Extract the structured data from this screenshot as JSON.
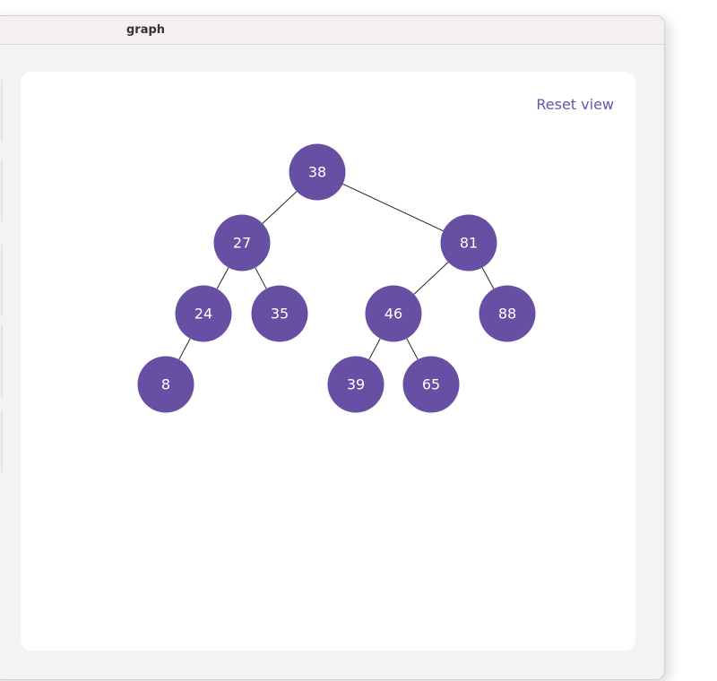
{
  "window": {
    "title": "graph"
  },
  "toolbar": {
    "reset_label": "Reset view"
  },
  "colors": {
    "node_fill": "#6750a4",
    "edge_stroke": "#222222",
    "accent": "#6a55a8"
  },
  "graph": {
    "nodes": [
      {
        "id": "38",
        "label": "38"
      },
      {
        "id": "27",
        "label": "27"
      },
      {
        "id": "81",
        "label": "81"
      },
      {
        "id": "24",
        "label": "24"
      },
      {
        "id": "35",
        "label": "35"
      },
      {
        "id": "46",
        "label": "46"
      },
      {
        "id": "88",
        "label": "88"
      },
      {
        "id": "8",
        "label": "8"
      },
      {
        "id": "39",
        "label": "39"
      },
      {
        "id": "65",
        "label": "65"
      }
    ],
    "edges": [
      [
        "38",
        "27"
      ],
      [
        "38",
        "81"
      ],
      [
        "27",
        "24"
      ],
      [
        "27",
        "35"
      ],
      [
        "81",
        "46"
      ],
      [
        "81",
        "88"
      ],
      [
        "24",
        "8"
      ],
      [
        "46",
        "39"
      ],
      [
        "46",
        "65"
      ]
    ]
  }
}
